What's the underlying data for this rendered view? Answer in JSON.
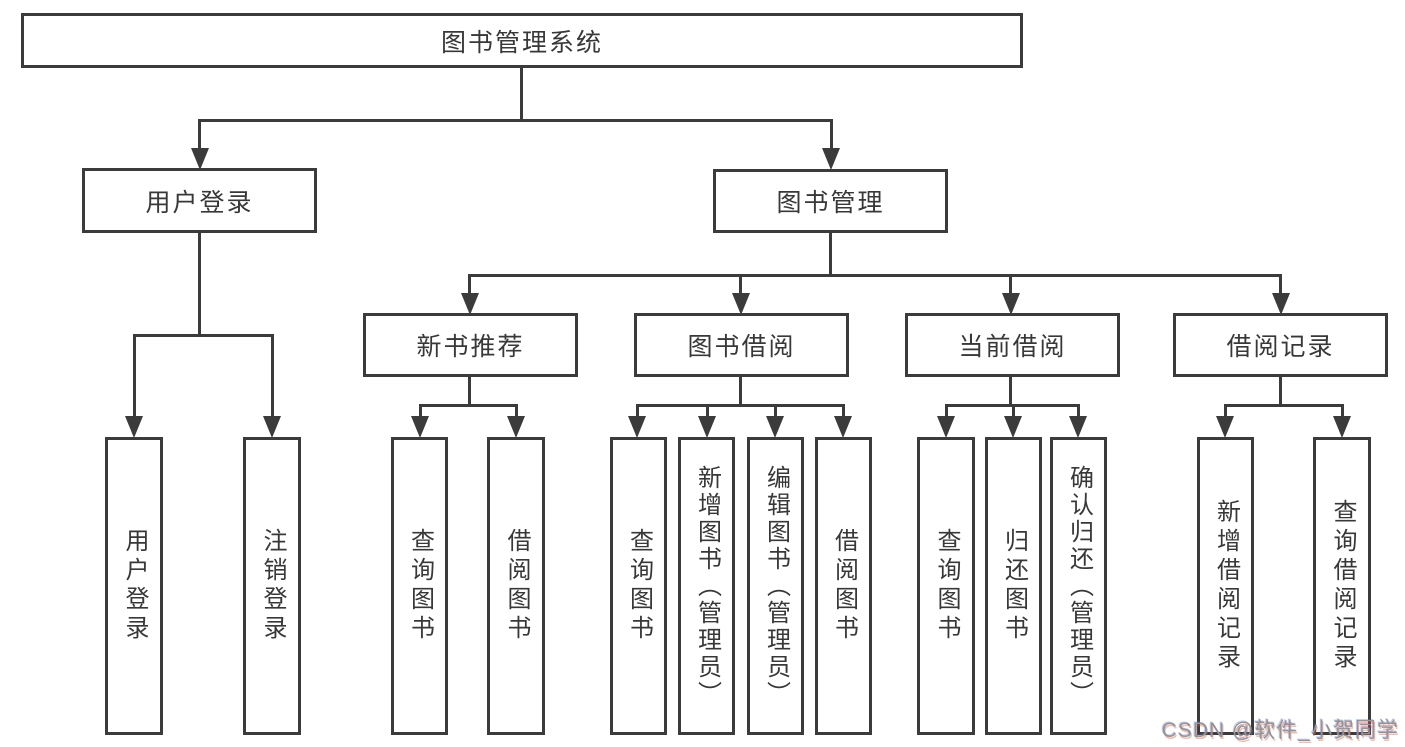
{
  "diagram": {
    "root": {
      "label": "图书管理系统"
    },
    "branches": [
      {
        "label": "用户登录",
        "children": [
          {
            "label": "用户登录"
          },
          {
            "label": "注销登录"
          }
        ]
      },
      {
        "label": "图书管理",
        "children": [
          {
            "label": "新书推荐",
            "children": [
              {
                "label": "查询图书"
              },
              {
                "label": "借阅图书"
              }
            ]
          },
          {
            "label": "图书借阅",
            "children": [
              {
                "label": "查询图书"
              },
              {
                "label": "新增图书（管理员）"
              },
              {
                "label": "编辑图书（管理员）"
              },
              {
                "label": "借阅图书"
              }
            ]
          },
          {
            "label": "当前借阅",
            "children": [
              {
                "label": "查询图书"
              },
              {
                "label": "归还图书"
              },
              {
                "label": "确认归还（管理员）"
              }
            ]
          },
          {
            "label": "借阅记录",
            "children": [
              {
                "label": "新增借阅记录"
              },
              {
                "label": "查询借阅记录"
              }
            ]
          }
        ]
      }
    ]
  },
  "watermark": {
    "text": "CSDN @软件_小贺同学"
  },
  "colors": {
    "line": "#3b3b3b",
    "text": "#383838",
    "background": "#ffffff",
    "watermark": "#949494"
  }
}
